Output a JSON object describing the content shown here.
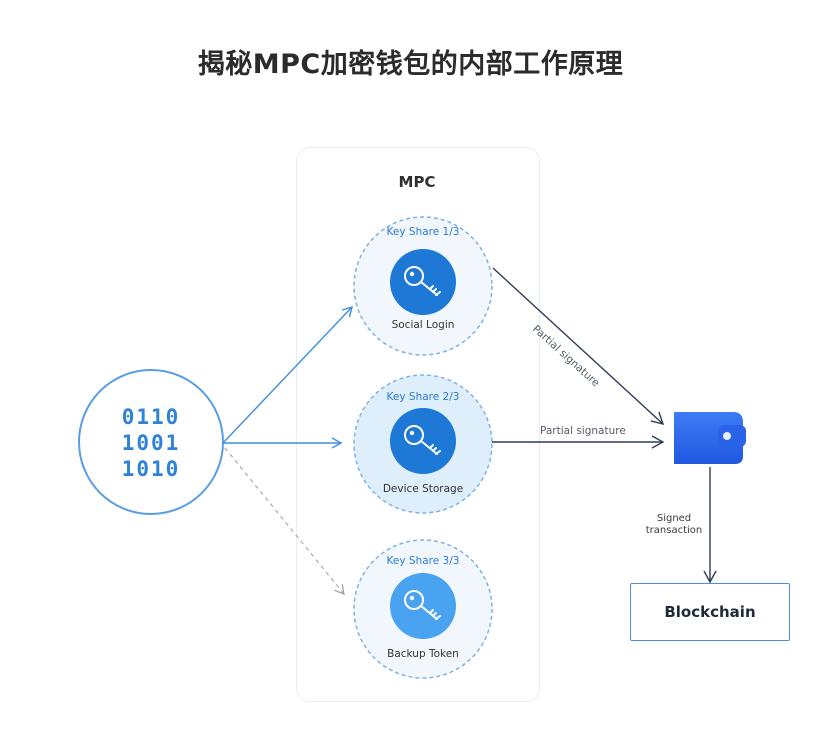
{
  "title": "揭秘MPC加密钱包的内部工作原理",
  "mpc": {
    "label": "MPC",
    "shares": [
      {
        "title": "Key Share 1/3",
        "caption": "Social Login",
        "icon": "key-icon",
        "color": "#1e78d6",
        "fill": "#f2f7fd"
      },
      {
        "title": "Key Share 2/3",
        "caption": "Device Storage",
        "icon": "key-icon",
        "color": "#1e78d6",
        "fill": "#dfeefb"
      },
      {
        "title": "Key Share 3/3",
        "caption": "Backup Token",
        "icon": "key-icon",
        "color": "#4aa3f0",
        "fill": "#f2f7fd"
      }
    ]
  },
  "secret": {
    "lines": [
      "0110",
      "1001",
      "1010"
    ],
    "color": "#2f82d8"
  },
  "edges": {
    "partial_signature_1": "Partial signature",
    "partial_signature_2": "Partial signature",
    "signed_transaction": "Signed transaction"
  },
  "wallet": {
    "icon": "wallet-icon",
    "color": "#2f6df0"
  },
  "blockchain": {
    "label": "Blockchain"
  }
}
